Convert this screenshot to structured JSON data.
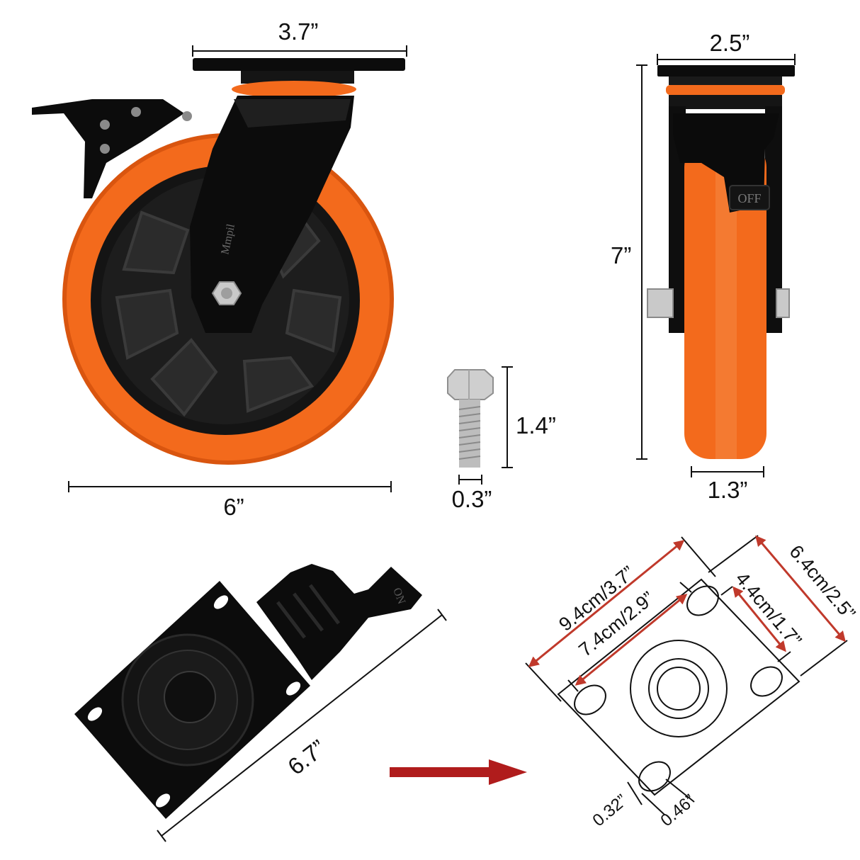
{
  "colors": {
    "wheel_orange": "#f36a1c",
    "hub_black": "#141414",
    "metal_black": "#0c0c0c",
    "bolt_silver": "#c9c9c9",
    "arrow_red": "#b01c1c",
    "dim_line": "#111111"
  },
  "caster_side": {
    "top_plate_width": "3.7”",
    "wheel_diameter": "6”",
    "brand_mark": "Mmpil"
  },
  "bolt": {
    "length": "1.4”",
    "diameter": "0.3”"
  },
  "caster_front": {
    "plate_width": "2.5”",
    "height": "7”",
    "wheel_width": "1.3”",
    "brake_label": "OFF"
  },
  "plate_photo": {
    "length": "6.7”",
    "brake_label": "ON"
  },
  "plate_diagram": {
    "outer_length": "9.4cm/3.7”",
    "hole_length": "7.4cm/2.9”",
    "outer_width": "6.4cm/2.5”",
    "hole_width": "4.4cm/1.7”",
    "slot_width": "0.32”",
    "slot_length": "0.46”"
  }
}
